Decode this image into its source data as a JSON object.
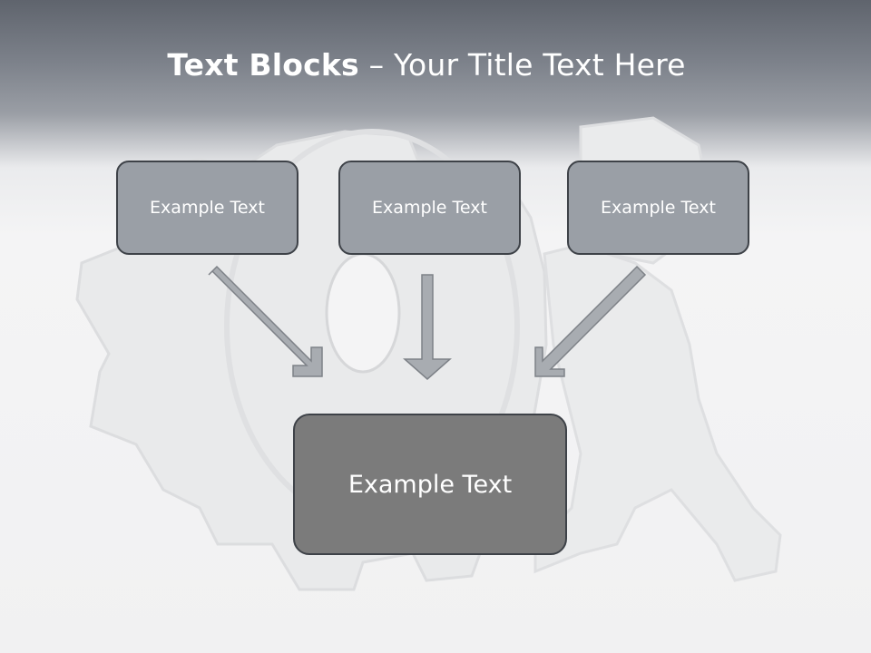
{
  "slide": {
    "title_bold": "Text Blocks",
    "title_rest": " – Your Title Text Here"
  },
  "blocks": {
    "top": [
      "Example Text",
      "Example Text",
      "Example Text"
    ],
    "bottom": "Example Text"
  },
  "colors": {
    "header": "#6e737c",
    "small_box": "#9a9fa6",
    "big_box": "#7b7b7b",
    "border": "#3e4248",
    "arrow": "#a8acb1"
  }
}
